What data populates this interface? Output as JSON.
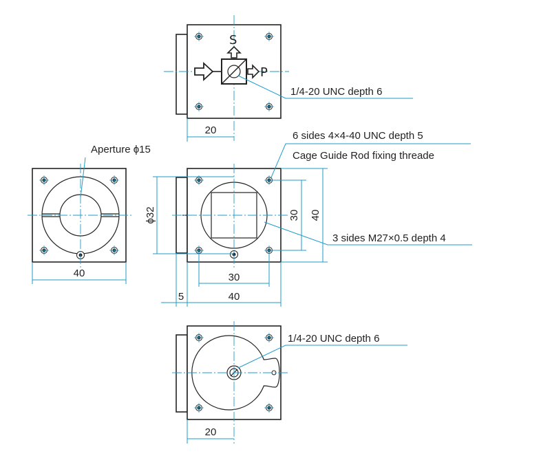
{
  "labels": {
    "s_marker": "S",
    "p_marker": "P",
    "top_thread": "1/4-20 UNC depth 6",
    "top_dim_20": "20",
    "cage_thread": "6 sides 4×4-40 UNC depth 5",
    "cage_note": "Cage Guide Rod fixing threade",
    "aperture": "Aperture ϕ15",
    "side_40": "40",
    "dia_32": "ϕ32",
    "dim_30_vertical": "30",
    "dim_40_vertical": "40",
    "side_thread": "3 sides M27×0.5 depth 4",
    "dim_30_horizontal": "30",
    "dim_5": "5",
    "dim_40_horizontal": "40",
    "bottom_thread": "1/4-20 UNC depth 6",
    "bottom_dim_20": "20"
  },
  "colors": {
    "line": "#222222",
    "dimension": "#1e9cc9"
  }
}
